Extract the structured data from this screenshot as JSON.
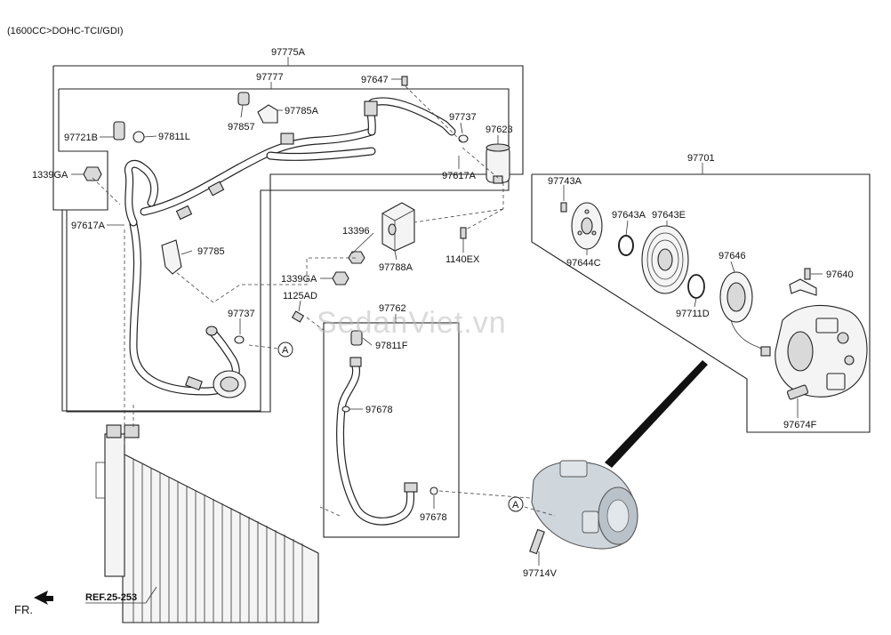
{
  "header": {
    "engine_spec": "(1600CC>DOHC-TCI/GDI)"
  },
  "footer": {
    "direction_label": "FR.",
    "reference_label": "REF.25-253"
  },
  "watermark": {
    "text": "SedanViet.vn"
  },
  "callouts": {
    "section_a_1": "A",
    "section_a_2": "A"
  },
  "groups": {
    "g97775A": "97775A",
    "g97777": "97777",
    "g97762": "97762",
    "g97701": "97701"
  },
  "parts": {
    "p97647": "97647",
    "p97785A": "97785A",
    "p97857": "97857",
    "p97737_top": "97737",
    "p97623": "97623",
    "p97721B": "97721B",
    "p97811L": "97811L",
    "p1339GA_left": "1339GA",
    "p97617A_right": "97617A",
    "p97617A_left": "97617A",
    "p13396": "13396",
    "p97788A": "97788A",
    "p1140EX": "1140EX",
    "p97785": "97785",
    "p1339GA_mid": "1339GA",
    "p1125AD": "1125AD",
    "p97737_mid": "97737",
    "p97811F": "97811F",
    "p97678_upper": "97678",
    "p97678_lower": "97678",
    "p97714V": "97714V",
    "p97743A": "97743A",
    "p97643A": "97643A",
    "p97643E": "97643E",
    "p97644C": "97644C",
    "p97646": "97646",
    "p97640": "97640",
    "p97711D": "97711D",
    "p97674F": "97674F"
  }
}
